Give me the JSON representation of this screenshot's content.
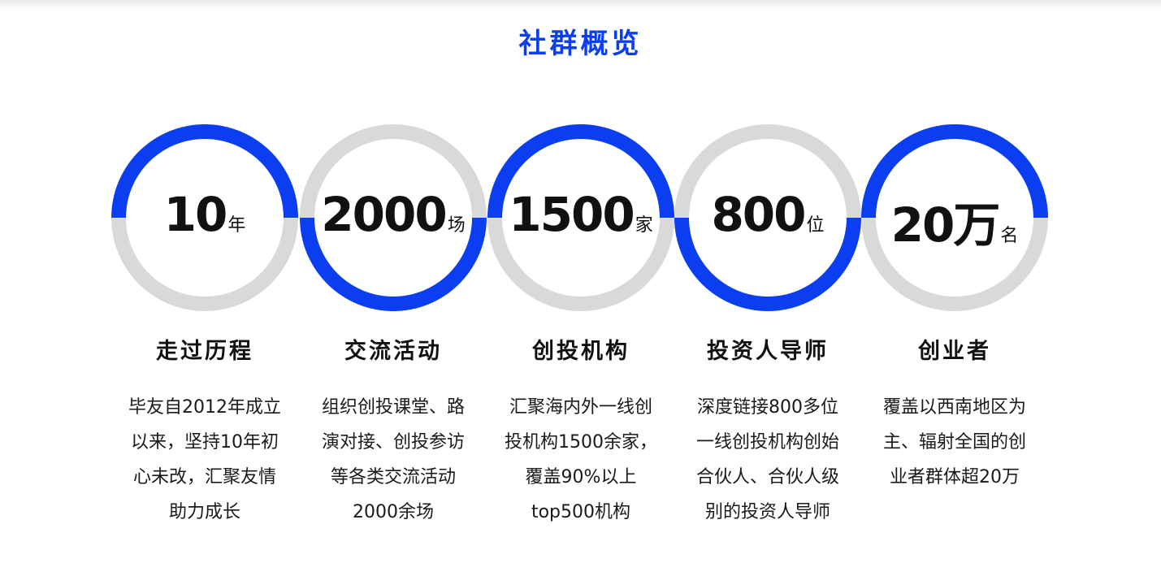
{
  "title": "社群概览",
  "colors": {
    "accent": "#0a3ef0",
    "ring_gray": "#d9d9d9"
  },
  "stats": [
    {
      "number": "10",
      "unit": "年",
      "label": "走过历程",
      "highlight": "top",
      "lines": [
        "毕友自2012年成立",
        "以来，坚持10年初",
        "心未改，汇聚友情",
        "助力成长"
      ]
    },
    {
      "number": "2000",
      "unit": "场",
      "label": "交流活动",
      "highlight": "bottom",
      "lines": [
        "组织创投课堂、路",
        "演对接、创投参访",
        "等各类交流活动",
        "2000余场"
      ]
    },
    {
      "number": "1500",
      "unit": "家",
      "label": "创投机构",
      "highlight": "top",
      "lines": [
        "汇聚海内外一线创",
        "投机构1500余家，",
        "覆盖90%以上",
        "top500机构"
      ]
    },
    {
      "number": "800",
      "unit": "位",
      "label": "投资人导师",
      "highlight": "bottom",
      "lines": [
        "深度链接800多位",
        "一线创投机构创始",
        "合伙人、合伙人级",
        "别的投资人导师"
      ]
    },
    {
      "number": "20万",
      "unit": "名",
      "label": "创业者",
      "highlight": "top",
      "lines": [
        "覆盖以西南地区为",
        "主、辐射全国的创",
        "业者群体超20万"
      ]
    }
  ]
}
